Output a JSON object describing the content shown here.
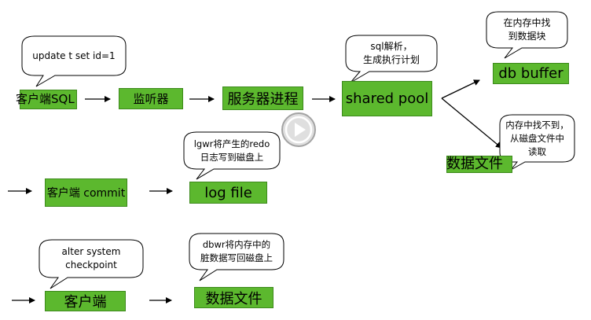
{
  "flow1": {
    "client": "客户端SQL",
    "listener": "监听器",
    "server_process": "服务器进程",
    "shared_pool": "shared pool",
    "db_buffer": "db buffer",
    "data_file": "数据文件"
  },
  "flow2": {
    "client_commit": "客户端 commit",
    "log_file": "log file"
  },
  "flow3": {
    "client": "客户端",
    "data_file": "数据文件"
  },
  "bubbles": {
    "update_sql": "update t set id=1",
    "sql_parse": "sql解析，\n生成执行计划",
    "find_in_memory": "在内存中找\n到数据块",
    "not_found": "内存中找不到，\n从磁盘文件中\n读取",
    "lgwr": "lgwr将产生的redo\n日志写到磁盘上",
    "checkpoint": "alter system\ncheckpoint",
    "dbwr": "dbwr将内存中的\n脏数据写回磁盘上"
  },
  "colors": {
    "box_fill": "#5cb82e",
    "play_button": "#d9d9d9"
  },
  "icons": {
    "play": "play-icon"
  }
}
